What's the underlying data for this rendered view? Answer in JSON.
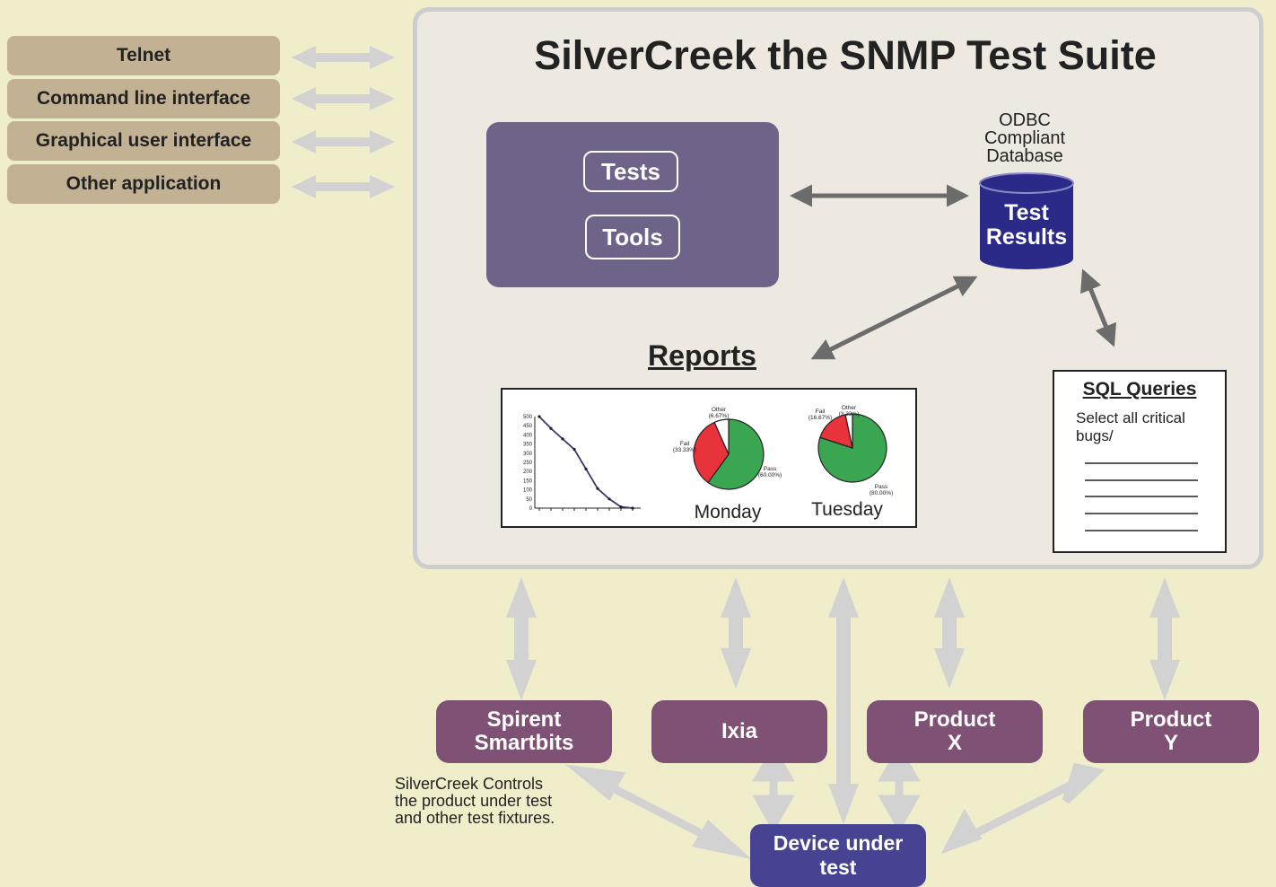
{
  "interfaces": [
    "Telnet",
    "Command line interface",
    "Graphical user interface",
    "Other application"
  ],
  "title": "SilverCreek the SNMP Test Suite",
  "modules": {
    "tests": "Tests",
    "tools": "Tools"
  },
  "database": {
    "caption_lines": [
      "ODBC",
      "Compliant",
      "Database"
    ],
    "label_lines": [
      "Test",
      "Results"
    ]
  },
  "reports": {
    "title": "Reports",
    "line_chart": {
      "y_ticks": [
        "500",
        "450",
        "400",
        "350",
        "300",
        "250",
        "200",
        "150",
        "100",
        "50",
        "0"
      ],
      "values": [
        500,
        435,
        378,
        321,
        214,
        107,
        50,
        7,
        0
      ]
    },
    "pies": [
      {
        "day": "Monday",
        "slices": [
          {
            "label": "Pass",
            "percent": "(60.00%)",
            "value": 60.0,
            "color": "#3aa651"
          },
          {
            "label": "Fail",
            "percent": "(33.33%)",
            "value": 33.33,
            "color": "#e8333b"
          },
          {
            "label": "Other",
            "percent": "(6.67%)",
            "value": 6.67,
            "color": "#ffffff"
          }
        ]
      },
      {
        "day": "Tuesday",
        "slices": [
          {
            "label": "Pass",
            "percent": "(80.00%)",
            "value": 80.0,
            "color": "#3aa651"
          },
          {
            "label": "Fail",
            "percent": "(16.67%)",
            "value": 16.67,
            "color": "#e8333b"
          },
          {
            "label": "Other",
            "percent": "(3.33%)",
            "value": 3.33,
            "color": "#ffffff"
          }
        ]
      }
    ]
  },
  "sql": {
    "title": "SQL Queries",
    "text": "Select all critical bugs/"
  },
  "products": [
    {
      "line1": "Spirent",
      "line2": "Smartbits"
    },
    {
      "line1": "Ixia",
      "line2": ""
    },
    {
      "line1": "Product",
      "line2": "X"
    },
    {
      "line1": "Product",
      "line2": "Y"
    }
  ],
  "device": {
    "line1": "Device under",
    "line2": "test"
  },
  "note_lines": [
    "SilverCreek Controls",
    "the product under test",
    "and other test fixtures."
  ]
}
